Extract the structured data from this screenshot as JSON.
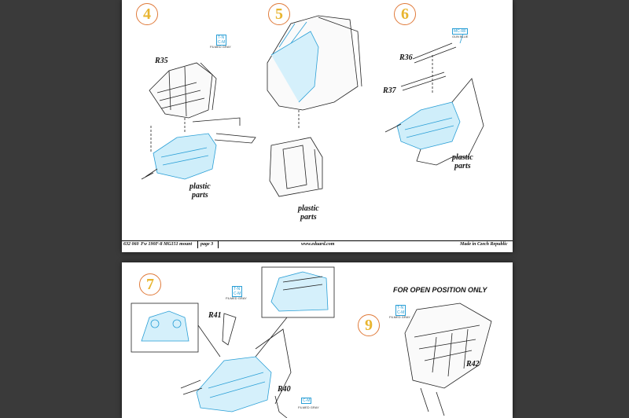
{
  "page1": {
    "steps": [
      "4",
      "5",
      "6"
    ],
    "parts": {
      "r35": "R35",
      "r36": "R36",
      "r37": "R37"
    },
    "plastic_parts": [
      "plastic",
      "parts"
    ],
    "badges": {
      "step4_code_top": "T-N",
      "step4_code_bottom": "C-M",
      "step4_caption": "FILMED GRAY",
      "step6_code": "MC-RF",
      "step6_caption": "GUN BLUE"
    },
    "footer": {
      "kit": "632 060",
      "title": "Fw 190F-8 MG151 mount",
      "page": "page 3",
      "site": "www.eduard.com",
      "origin": "Made in Czech Republic"
    }
  },
  "page2": {
    "steps": [
      "7",
      "9"
    ],
    "parts": {
      "r41": "R41",
      "r40": "R40",
      "r42": "R42"
    },
    "open_note": "FOR OPEN POSITION ONLY",
    "badges": {
      "step7_code_top": "T-N",
      "step7_code_bottom": "C-M",
      "step7_caption": "FILMED GRAY",
      "step9_code_top": "T-N",
      "step9_code_bottom": "C-M",
      "step9_caption": "FILMED GRAY",
      "r40_code": "C-M",
      "r40_caption": "FILMED GRAY"
    }
  },
  "colors": {
    "accent_blue": "#2a9fd6",
    "step_orange": "#e07a3a",
    "step_yellow": "#e8b530",
    "background": "#3a3a3a"
  }
}
